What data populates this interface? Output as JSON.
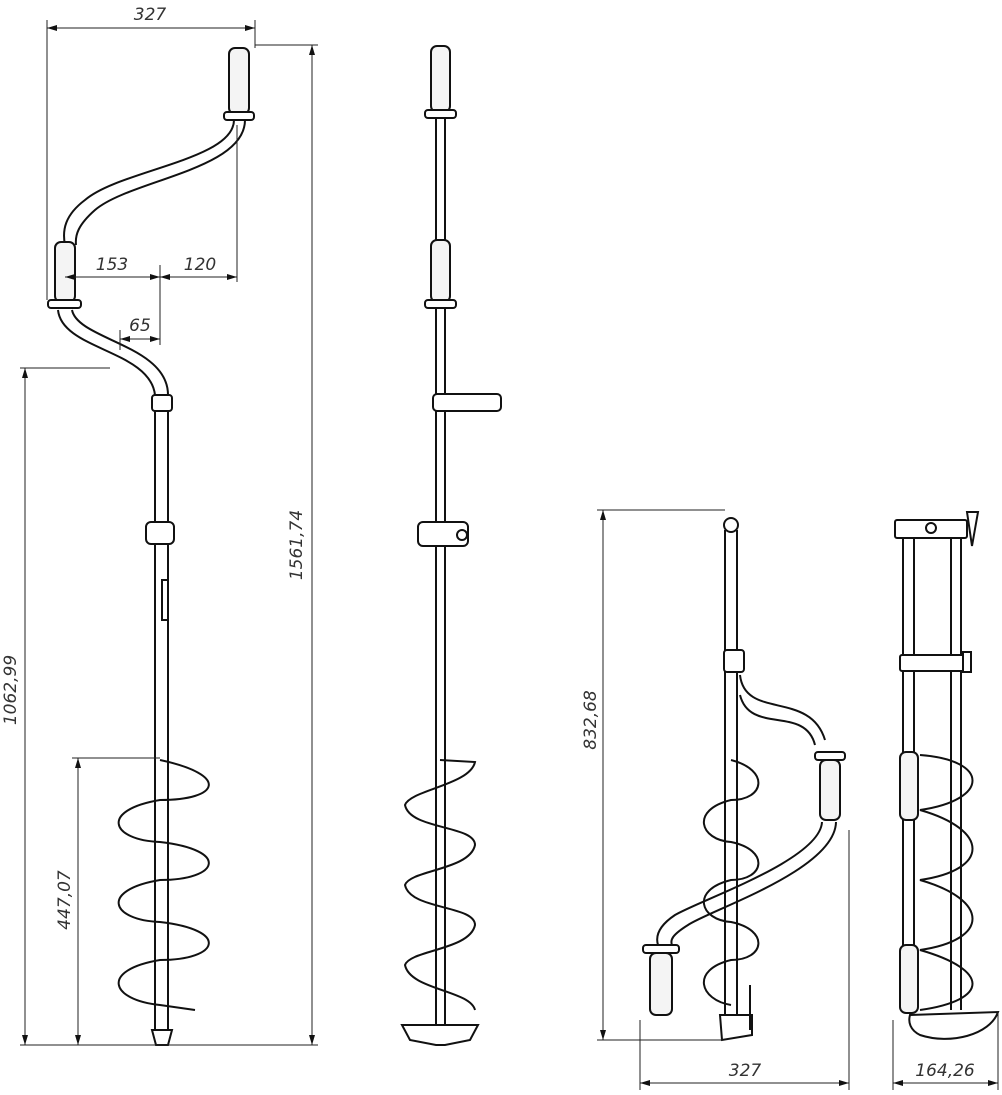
{
  "dimensions": {
    "view1": {
      "width_top": "327",
      "offset_153": "153",
      "offset_120": "120",
      "offset_65": "65",
      "total_height": "1561,74",
      "height_to_crank": "1062,99",
      "auger_length": "447,07"
    },
    "view3": {
      "folded_height": "832,68",
      "folded_width": "327"
    },
    "view4": {
      "folded_depth": "164,26"
    }
  }
}
